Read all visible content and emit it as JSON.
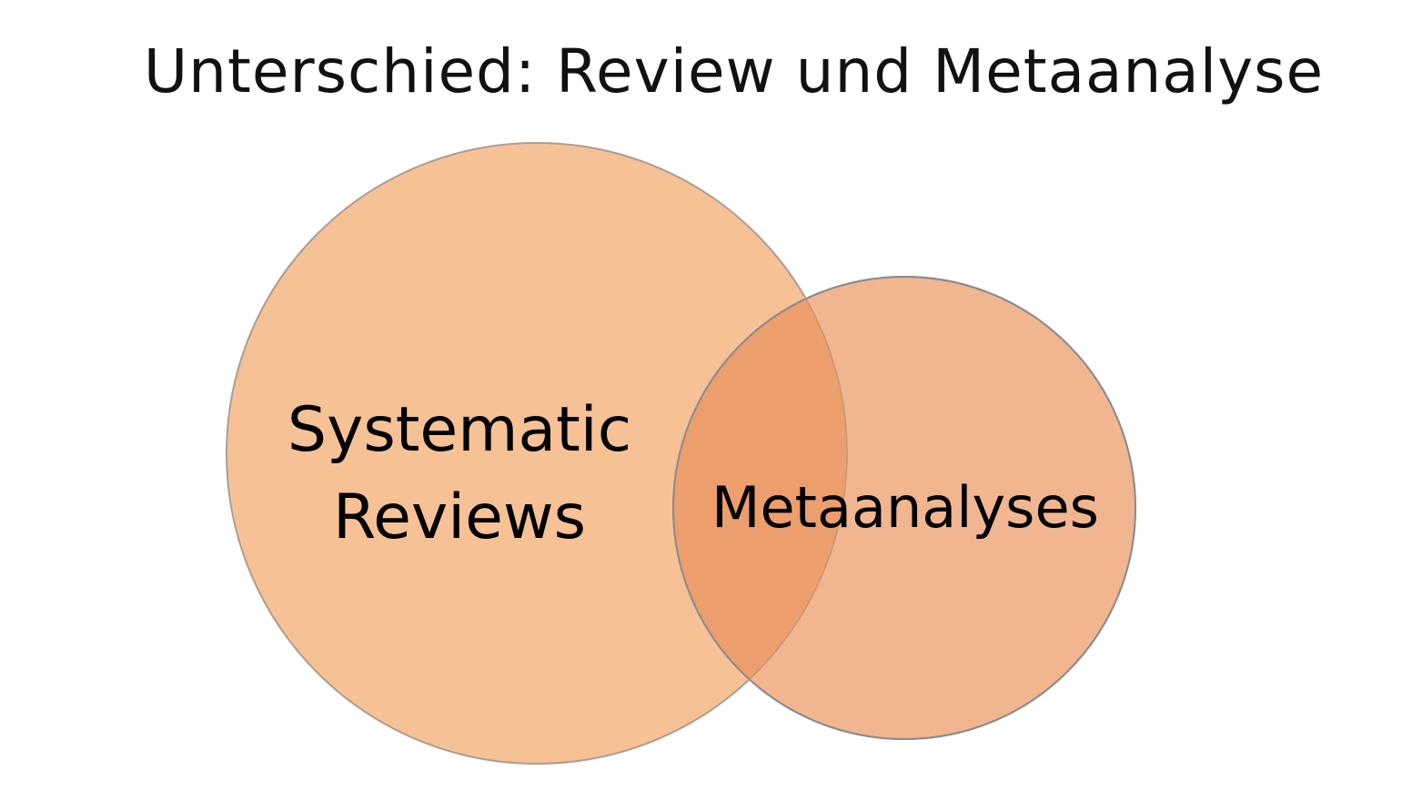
{
  "title": "Unterschied: Review und Metaanalyse",
  "diagram": {
    "type": "venn",
    "sets": [
      {
        "lines": [
          "Systematic",
          "Reviews"
        ],
        "fill": "#f7c196",
        "stroke": "#a8a8a8"
      },
      {
        "lines": [
          "Metaanalyses"
        ],
        "fill": "#f1b690",
        "stroke": "#8c8c8c"
      }
    ],
    "overlap_fill": "#ec9e6d"
  }
}
